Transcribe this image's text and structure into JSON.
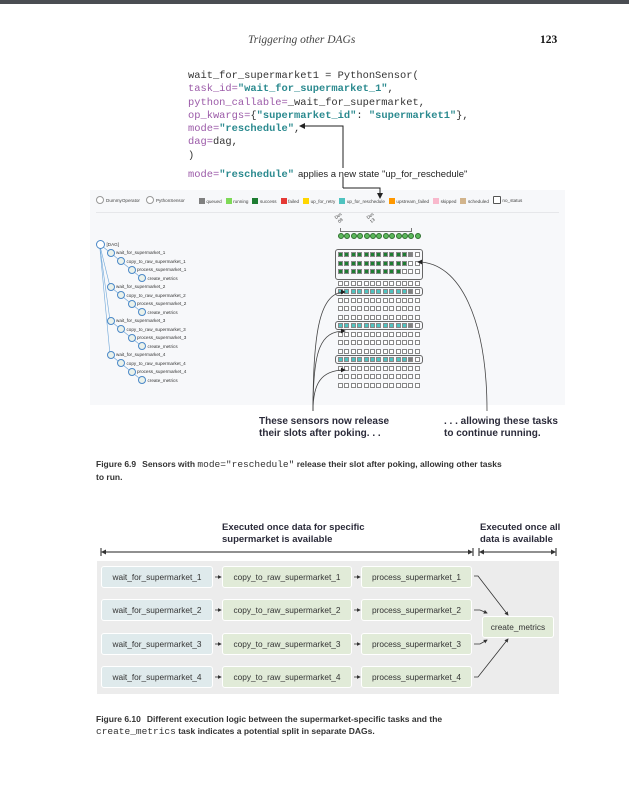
{
  "running_head": {
    "title": "Triggering other DAGs",
    "page_number": "123"
  },
  "code": {
    "lines": [
      [
        {
          "t": "wait_for_supermarket1 = PythonSensor(",
          "c": ""
        }
      ],
      [
        {
          "t": "task_id=",
          "c": "kw"
        },
        {
          "t": "\"wait_for_supermarket_1\"",
          "c": "str"
        },
        {
          "t": ",",
          "c": ""
        }
      ],
      [
        {
          "t": "python_callable=",
          "c": "kw"
        },
        {
          "t": "_wait_for_supermarket,",
          "c": ""
        }
      ],
      [
        {
          "t": "op_kwargs=",
          "c": "kw"
        },
        {
          "t": "{",
          "c": ""
        },
        {
          "t": "\"supermarket_id\"",
          "c": "str"
        },
        {
          "t": ": ",
          "c": ""
        },
        {
          "t": "\"supermarket1\"",
          "c": "str"
        },
        {
          "t": "},",
          "c": ""
        }
      ],
      [
        {
          "t": "mode=",
          "c": "kw"
        },
        {
          "t": "\"reschedule\"",
          "c": "str"
        },
        {
          "t": ",",
          "c": ""
        }
      ],
      [
        {
          "t": "dag=",
          "c": "kw"
        },
        {
          "t": "dag,",
          "c": ""
        }
      ],
      [
        {
          "t": ")",
          "c": ""
        }
      ]
    ],
    "annotation": {
      "code_key": "mode=",
      "code_value": "\"reschedule\"",
      "text": "applies a new state \"up_for_reschedule\""
    }
  },
  "figure_6_9": {
    "operators": [
      "DummyOperator",
      "PythonSensor"
    ],
    "states": [
      {
        "label": "queued",
        "color": "#808080"
      },
      {
        "label": "running",
        "color": "#7ed957"
      },
      {
        "label": "success",
        "color": "#1e7d32"
      },
      {
        "label": "failed",
        "color": "#e53935"
      },
      {
        "label": "up_for_retry",
        "color": "#ffd600"
      },
      {
        "label": "up_for_reschedule",
        "color": "#4fc3c0"
      },
      {
        "label": "upstream_failed",
        "color": "#ff9800"
      },
      {
        "label": "skipped",
        "color": "#f8b8cc"
      },
      {
        "label": "scheduled",
        "color": "#d2b48c"
      },
      {
        "label": "no_status",
        "color": "#ffffff"
      }
    ],
    "dates": [
      "Dec 08",
      "Dec 13"
    ],
    "tree": [
      {
        "label": "[DAG]",
        "level": 0
      },
      {
        "label": "wait_for_supermarket_1",
        "level": 1
      },
      {
        "label": "copy_to_raw_supermarket_1",
        "level": 2
      },
      {
        "label": "process_supermarket_1",
        "level": 3
      },
      {
        "label": "create_metrics",
        "level": 4
      },
      {
        "label": "wait_for_supermarket_2",
        "level": 1
      },
      {
        "label": "copy_to_raw_supermarket_2",
        "level": 2
      },
      {
        "label": "process_supermarket_2",
        "level": 3
      },
      {
        "label": "create_metrics",
        "level": 4
      },
      {
        "label": "wait_for_supermarket_3",
        "level": 1
      },
      {
        "label": "copy_to_raw_supermarket_3",
        "level": 2
      },
      {
        "label": "process_supermarket_3",
        "level": 3
      },
      {
        "label": "create_metrics",
        "level": 4
      },
      {
        "label": "wait_for_supermarket_4",
        "level": 1
      },
      {
        "label": "copy_to_raw_supermarket_4",
        "level": 2
      },
      {
        "label": "process_supermarket_4",
        "level": 3
      },
      {
        "label": "create_metrics",
        "level": 4
      }
    ],
    "grid_rows": [
      "sssssssssssqn",
      "sssssssssssnn",
      "ssssssssssnnn",
      "nnnnnnnnnnnnn",
      "rrrrrrrrrrrqn",
      "nnnnnnnnnnnnn",
      "nnnnnnnnnnnnn",
      "nnnnnnnnnnnnn",
      "rrrrrrrrrrrqn",
      "nnnnnnnnnnnnn",
      "nnnnnnnnnnnnn",
      "nnnnnnnnnnnnn",
      "rrrrrrrrrrrqn",
      "nnnnnnnnnnnnn",
      "nnnnnnnnnnnnn",
      "nnnnnnnnnnnnn"
    ],
    "dag_runs": 13,
    "callout_left": [
      "These sensors now release",
      "their slots after poking. . ."
    ],
    "callout_right": [
      ". . . allowing these tasks",
      "to continue running."
    ],
    "caption": {
      "number": "Figure 6.9",
      "pre": "Sensors with ",
      "code": "mode=\"reschedule\"",
      "post": " release their slot after poking, allowing other tasks",
      "line2": "to run."
    }
  },
  "figure_6_10": {
    "header_left": [
      "Executed once data for specific",
      "supermarket is available"
    ],
    "header_right": [
      "Executed once all",
      "data is available"
    ],
    "rows": [
      {
        "wait": "wait_for_supermarket_1",
        "copy": "copy_to_raw_supermarket_1",
        "process": "process_supermarket_1"
      },
      {
        "wait": "wait_for_supermarket_2",
        "copy": "copy_to_raw_supermarket_2",
        "process": "process_supermarket_2"
      },
      {
        "wait": "wait_for_supermarket_3",
        "copy": "copy_to_raw_supermarket_3",
        "process": "process_supermarket_3"
      },
      {
        "wait": "wait_for_supermarket_4",
        "copy": "copy_to_raw_supermarket_4",
        "process": "process_supermarket_4"
      }
    ],
    "final_task": "create_metrics",
    "caption": {
      "number": "Figure 6.10",
      "line1": "Different execution logic between the supermarket-specific tasks and the",
      "code": "create_metrics",
      "line2": " task indicates a potential split in separate DAGs."
    }
  }
}
